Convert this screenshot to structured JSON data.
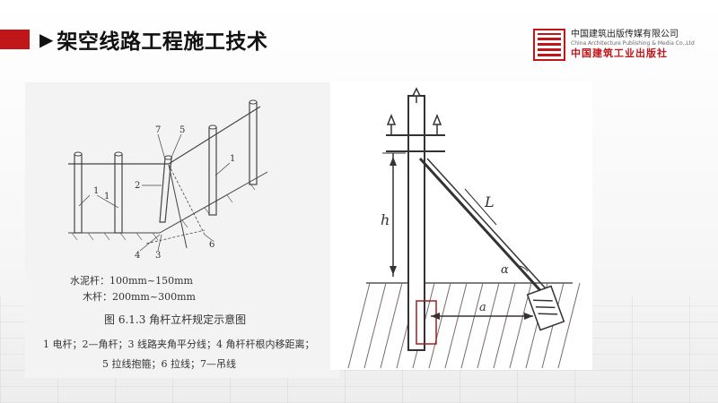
{
  "header": {
    "title": "架空线路工程施工技术",
    "arrow": "▶"
  },
  "logo": {
    "name_cn": "中国建筑出版传媒有限公司",
    "name_en": "China Architecture Publishing & Media Co.,Ltd",
    "sub_cn": "中国建筑工业出版社"
  },
  "figure_left": {
    "pole_labels": [
      "1",
      "1",
      "1"
    ],
    "labels": [
      "7",
      "5",
      "2",
      "6",
      "4",
      "3"
    ],
    "spec_cement": "水泥杆：100mm~150mm",
    "spec_wood": "木杆：200mm~300mm",
    "caption_title": "图 6.1.3   角杆立杆规定示意图",
    "legend_line1": "1  电杆；2—角杆；3  线路夹角平分线；4  角杆杆根内移距离；",
    "legend_line2": "5  拉线抱箍；6  拉线；7—吊线"
  },
  "figure_right": {
    "label_h": "h",
    "label_L": "L",
    "label_alpha": "α",
    "label_a": "a"
  }
}
